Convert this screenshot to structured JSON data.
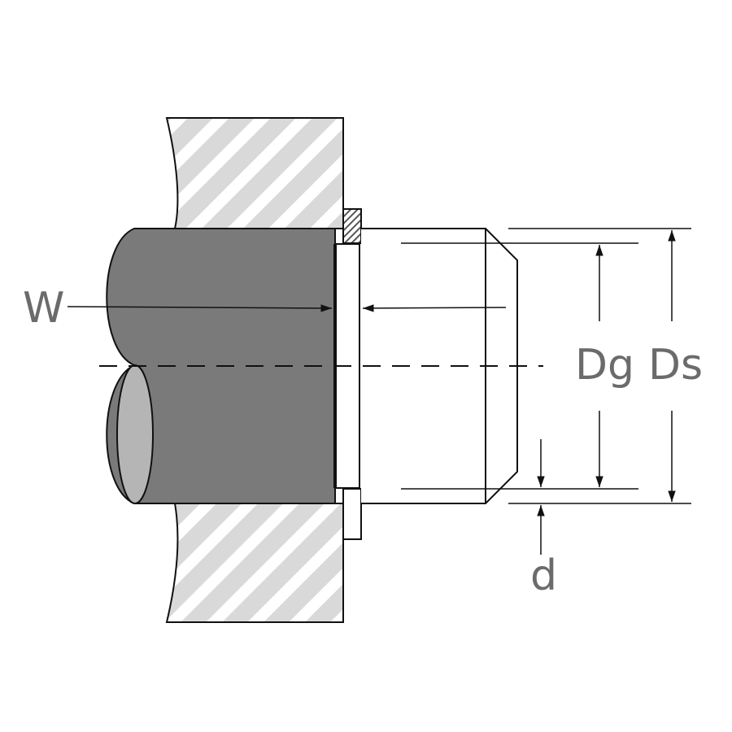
{
  "labels": {
    "w": "W",
    "dg": "Dg",
    "ds": "Ds",
    "d": "d"
  },
  "colors": {
    "hatch_bg": "#d9d9d9",
    "hatch_fg": "#ffffff",
    "shaft": "#7a7a7a",
    "shaft_end": "#b5b5b5",
    "line": "#111111",
    "label": "#6b6b6b"
  }
}
